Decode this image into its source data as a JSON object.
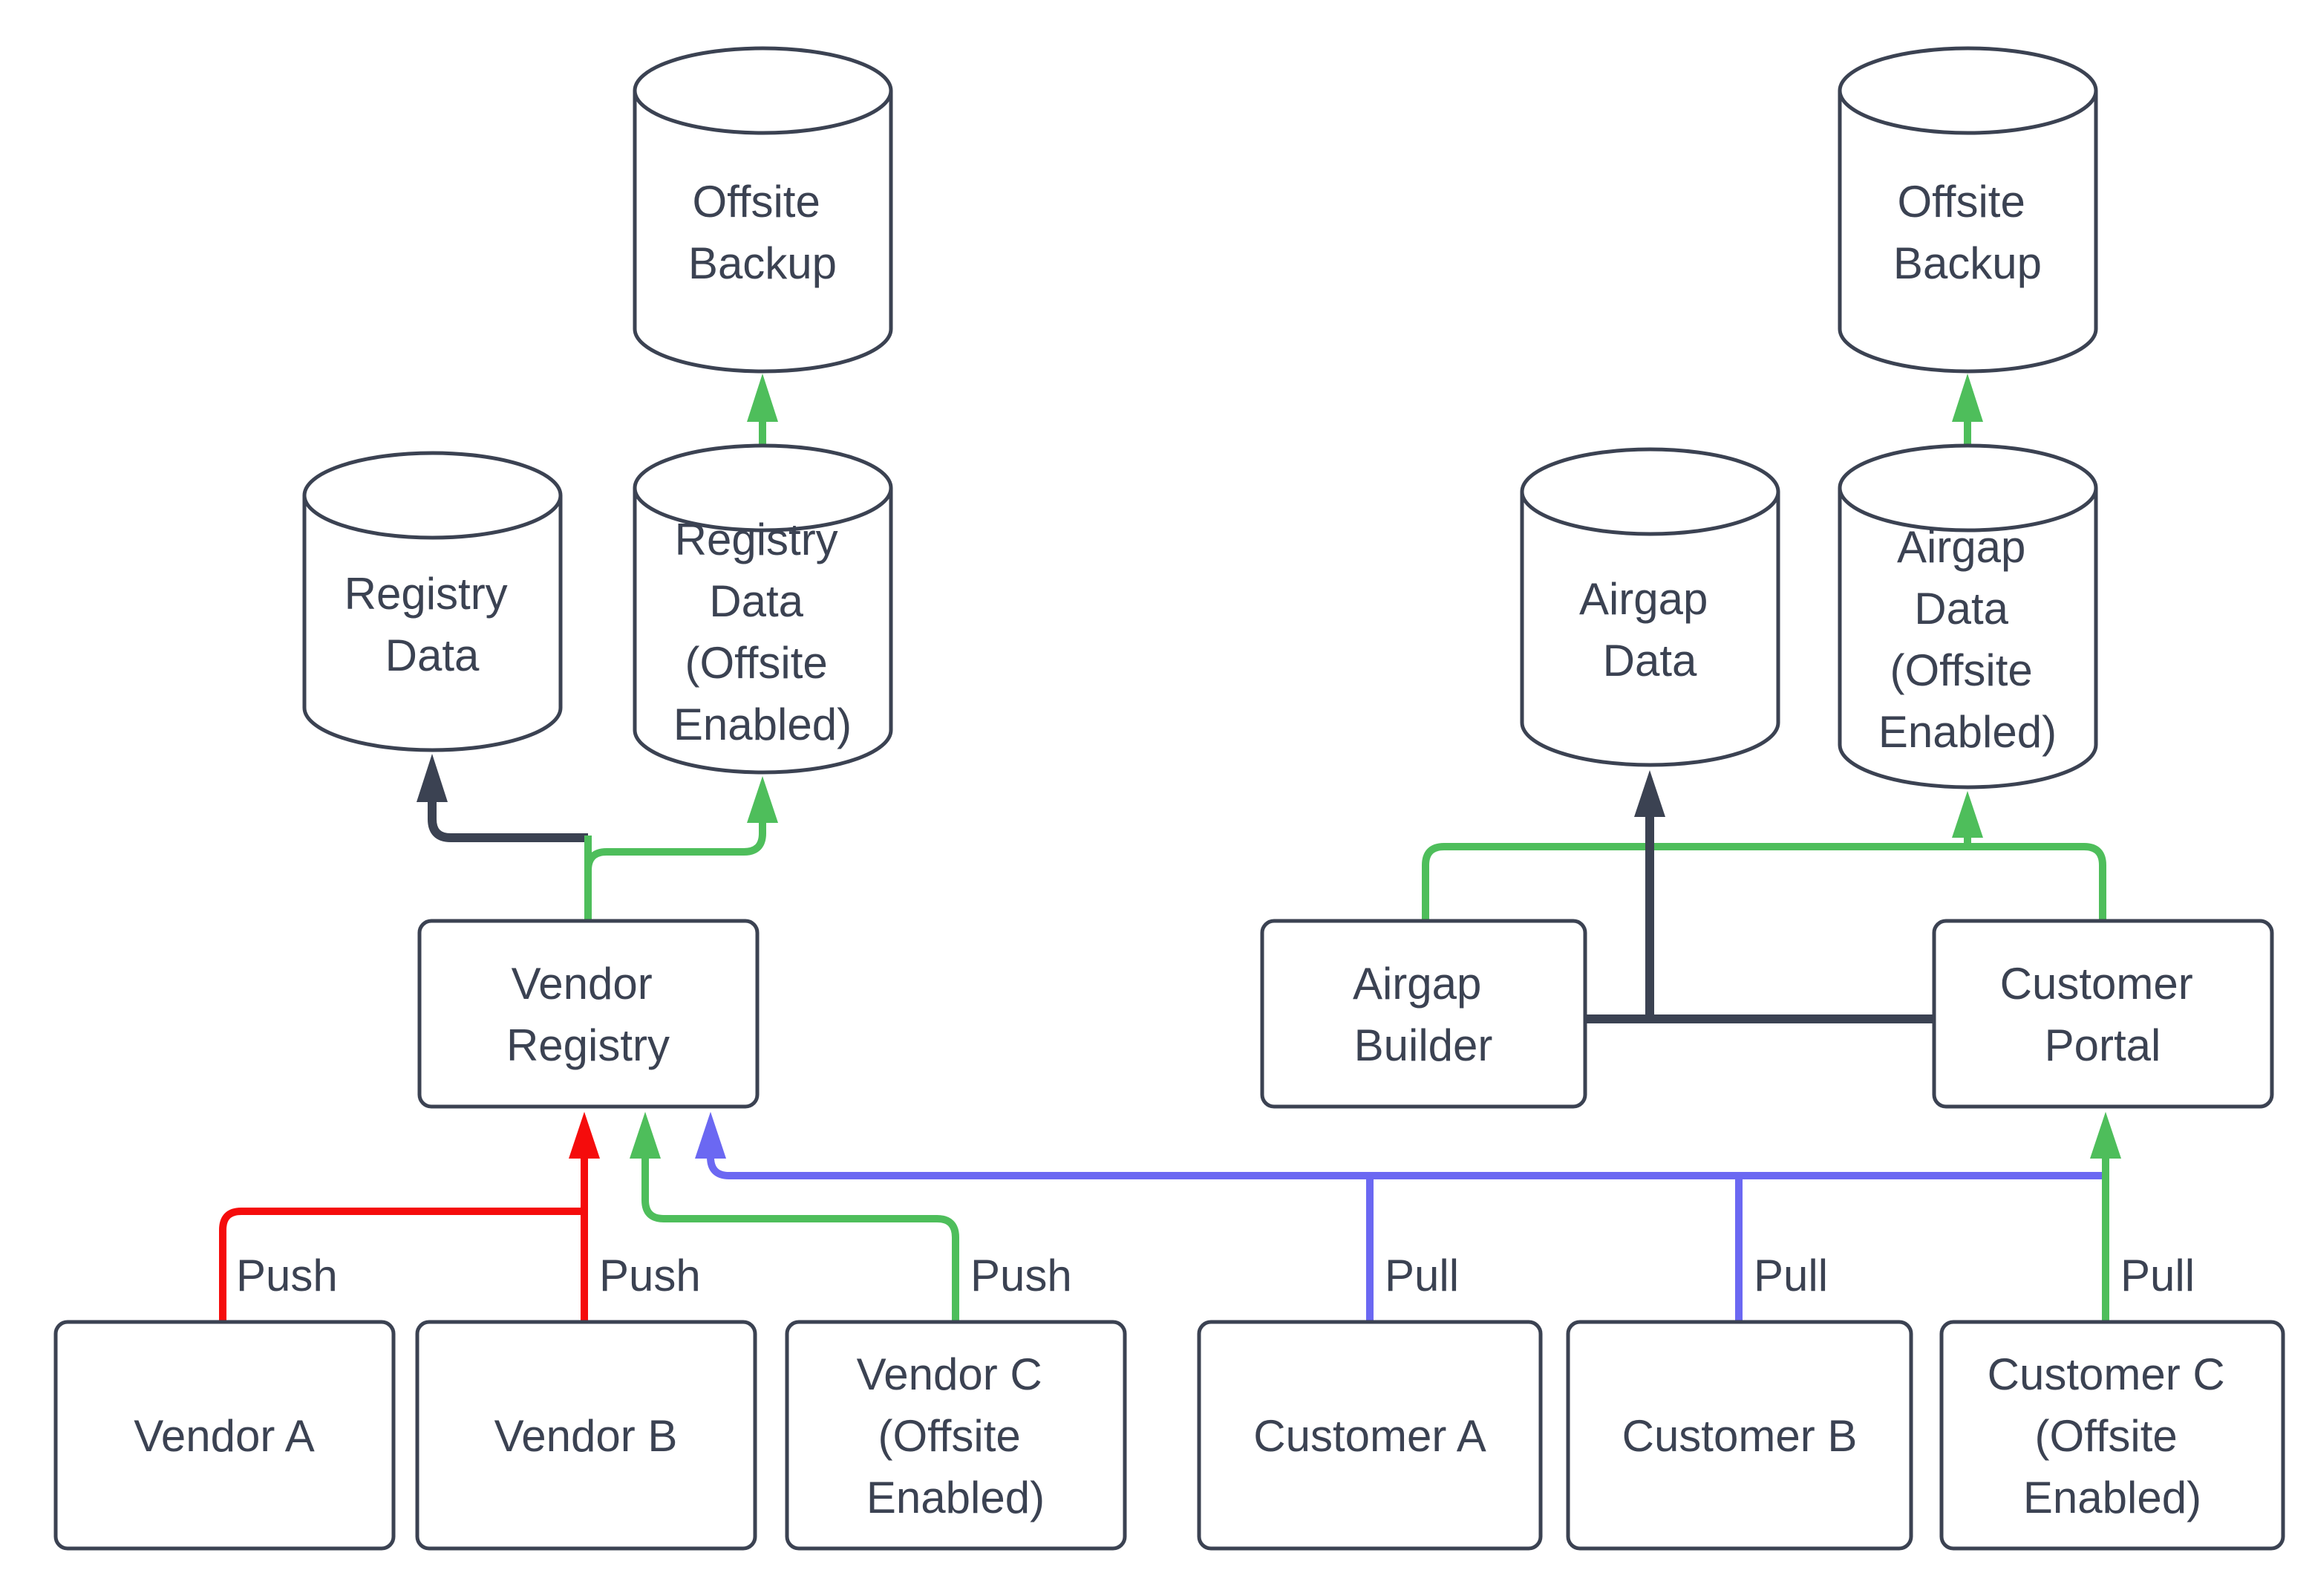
{
  "diagram": {
    "background": "#ffffff",
    "colors": {
      "node_stroke": "#3b4252",
      "text": "#3b4252",
      "dark": "#3b4252",
      "green": "#4ebe5b",
      "red": "#f50c0c",
      "blue": "#6b68f2"
    },
    "nodes": {
      "offsite_backup_left": {
        "shape": "cylinder",
        "lines": [
          "Offsite",
          "Backup"
        ]
      },
      "registry_data": {
        "shape": "cylinder",
        "lines": [
          "Registry",
          "Data"
        ]
      },
      "registry_data_offsite": {
        "shape": "cylinder",
        "lines": [
          "Registry",
          "Data",
          "(Offsite",
          "Enabled)"
        ]
      },
      "vendor_registry": {
        "shape": "rect",
        "lines": [
          "Vendor",
          "Registry"
        ]
      },
      "vendor_a": {
        "shape": "rect",
        "lines": [
          "Vendor A"
        ]
      },
      "vendor_b": {
        "shape": "rect",
        "lines": [
          "Vendor B"
        ]
      },
      "vendor_c": {
        "shape": "rect",
        "lines": [
          "Vendor C",
          "(Offsite",
          "Enabled)"
        ]
      },
      "airgap_data": {
        "shape": "cylinder",
        "lines": [
          "Airgap",
          "Data"
        ]
      },
      "airgap_data_offsite": {
        "shape": "cylinder",
        "lines": [
          "Airgap",
          "Data",
          "(Offsite",
          "Enabled)"
        ]
      },
      "offsite_backup_right": {
        "shape": "cylinder",
        "lines": [
          "Offsite",
          "Backup"
        ]
      },
      "airgap_builder": {
        "shape": "rect",
        "lines": [
          "Airgap",
          "Builder"
        ]
      },
      "customer_portal": {
        "shape": "rect",
        "lines": [
          "Customer",
          "Portal"
        ]
      },
      "customer_a": {
        "shape": "rect",
        "lines": [
          "Customer A"
        ]
      },
      "customer_b": {
        "shape": "rect",
        "lines": [
          "Customer B"
        ]
      },
      "customer_c": {
        "shape": "rect",
        "lines": [
          "Customer C",
          "(Offsite",
          "Enabled)"
        ]
      }
    },
    "edge_labels": [
      {
        "id": "push-vendor-a",
        "text": "Push"
      },
      {
        "id": "push-vendor-b",
        "text": "Push"
      },
      {
        "id": "push-vendor-c",
        "text": "Push"
      },
      {
        "id": "pull-customer-a",
        "text": "Pull"
      },
      {
        "id": "pull-customer-b",
        "text": "Pull"
      },
      {
        "id": "pull-customer-c",
        "text": "Pull"
      }
    ]
  }
}
